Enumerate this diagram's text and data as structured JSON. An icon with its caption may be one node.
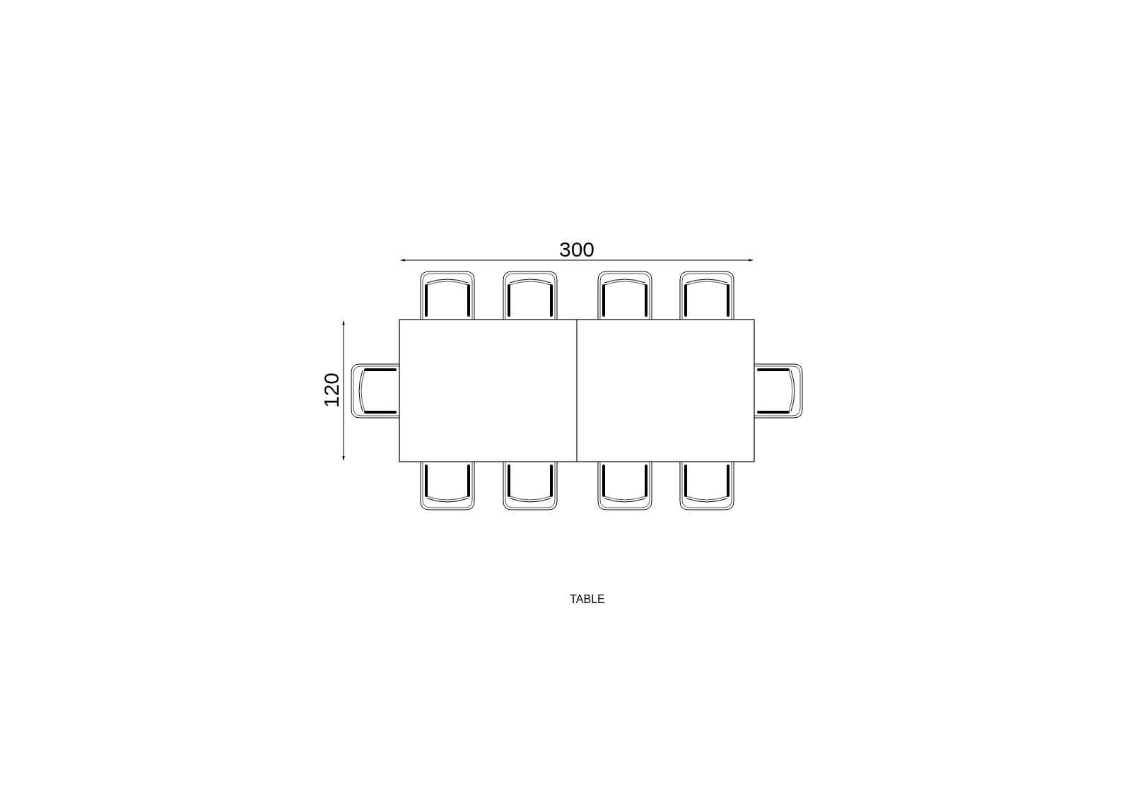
{
  "diagram": {
    "caption": "TABLE",
    "labels": [
      "300",
      "120"
    ]
  }
}
